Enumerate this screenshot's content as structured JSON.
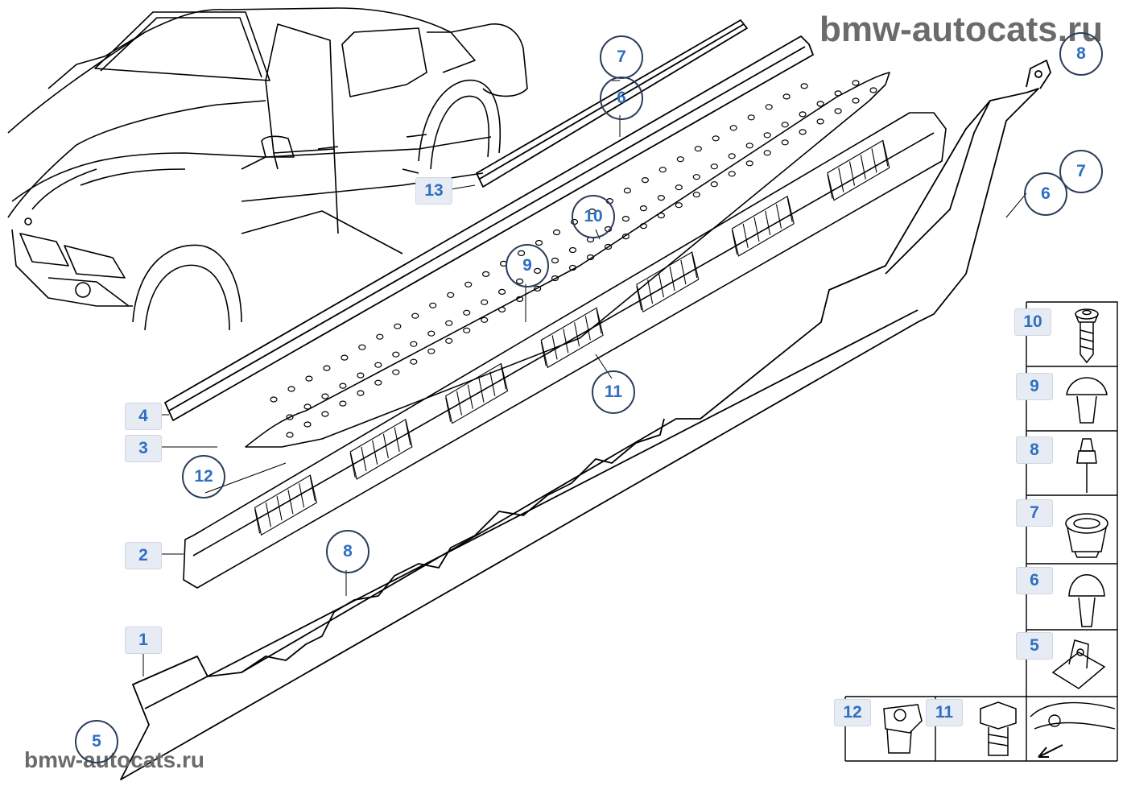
{
  "watermarks": {
    "top": "bmw-autocats.ru",
    "bottom": "bmw-autocats.ru"
  },
  "callouts": {
    "c1": "1",
    "c2": "2",
    "c3": "3",
    "c4": "4",
    "c5": "5",
    "c6a": "6",
    "c6b": "6",
    "c7a": "7",
    "c7b": "7",
    "c8a": "8",
    "c8b": "8",
    "c9": "9",
    "c10": "10",
    "c11": "11",
    "c12": "12",
    "c13": "13"
  },
  "legend": {
    "items": [
      "10",
      "9",
      "8",
      "7",
      "6",
      "5"
    ],
    "bottom_items": [
      "12",
      "11"
    ]
  },
  "colors": {
    "callout_text": "#2e6fc2",
    "callout_bg": "#e7ecf4",
    "line": "#000000",
    "watermark": "#6b6b6b"
  }
}
